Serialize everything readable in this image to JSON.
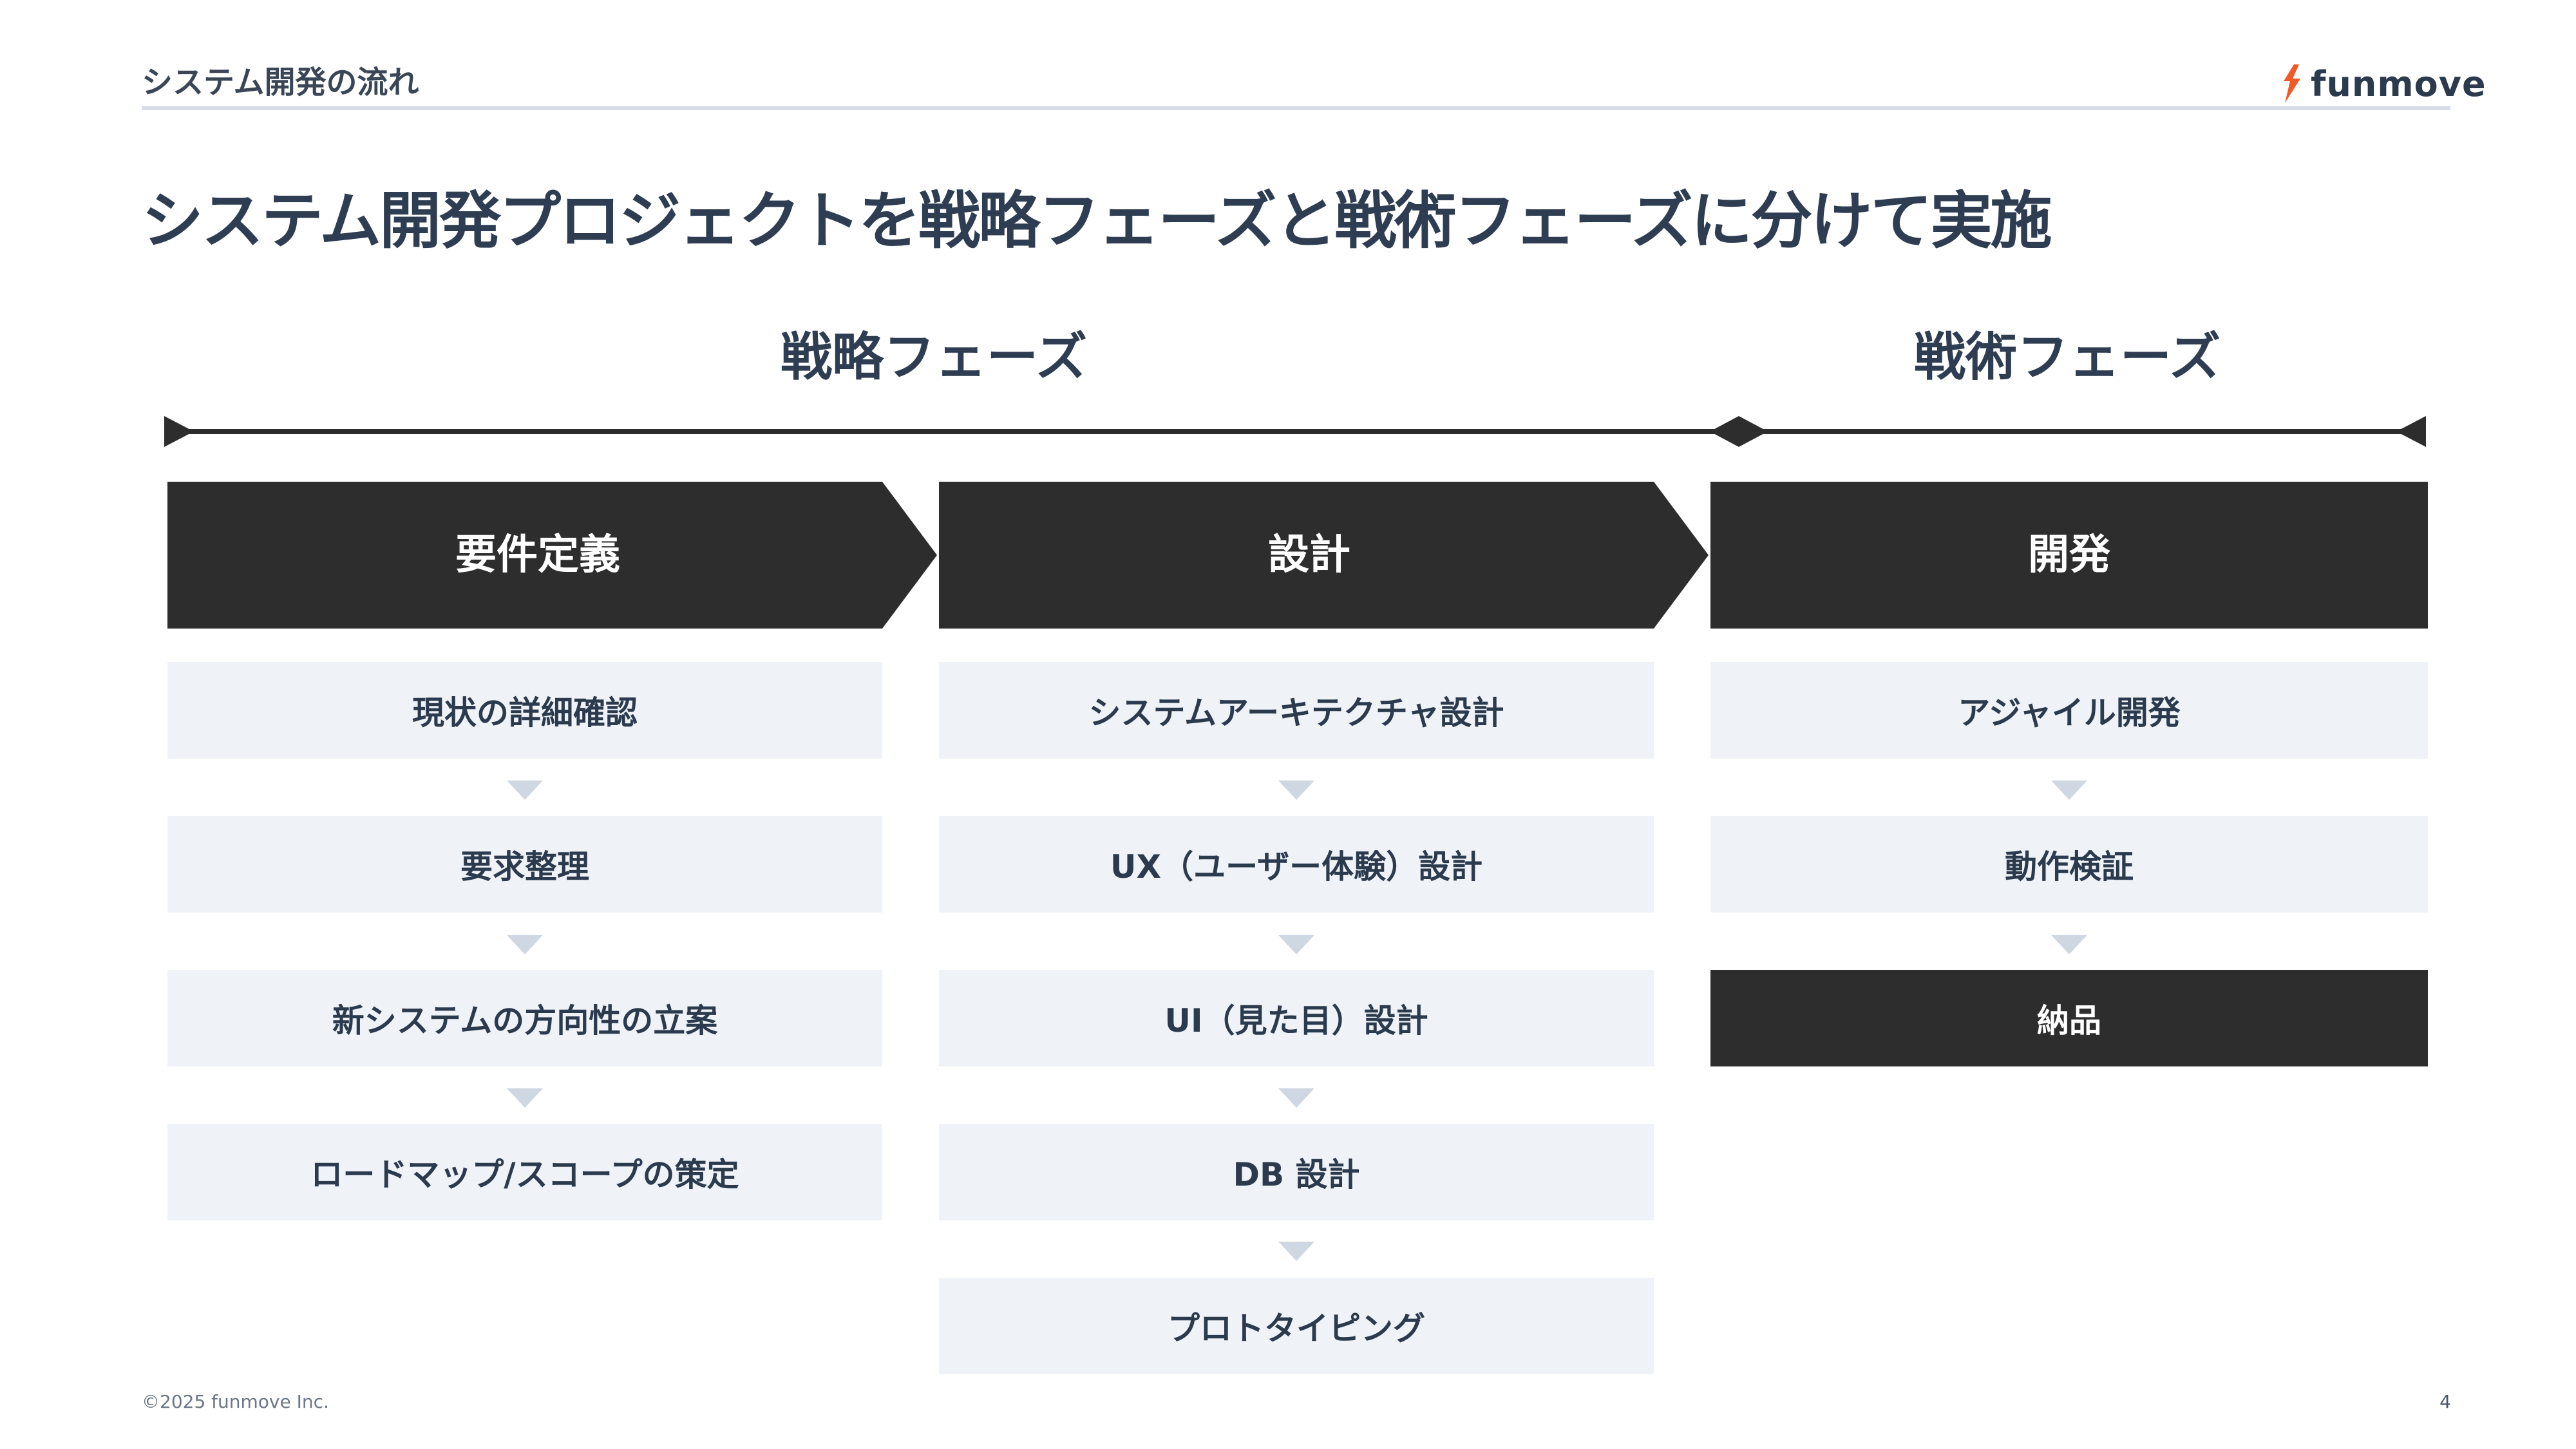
{
  "header": {
    "section_title": "システム開発の流れ",
    "logo_text": "funmove",
    "logo_color": "#f05a28"
  },
  "title": "システム開発プロジェクトを戦略フェーズと戦術フェーズに分けて実施",
  "phases": [
    {
      "label": "戦略フェーズ"
    },
    {
      "label": "戦術フェーズ"
    }
  ],
  "steps": [
    {
      "label": "要件定義",
      "tasks": [
        "現状の詳細確認",
        "要求整理",
        "新システムの方向性の立案",
        "ロードマップ/スコープの策定"
      ]
    },
    {
      "label": "設計",
      "tasks": [
        "システムアーキテクチャ設計",
        "UX（ユーザー体験）設計",
        "UI（見た目）設計",
        "DB 設計",
        "プロトタイピング"
      ]
    },
    {
      "label": "開発",
      "tasks": [
        "アジャイル開発",
        "動作検証",
        "納品"
      ]
    }
  ],
  "colors": {
    "step_header": "#2d2d2d",
    "card_bg": "#eff3f8",
    "highlight_card": "#2d2d2d",
    "text": "#2c3a4d"
  },
  "footer": {
    "copyright": "©2025 funmove Inc.",
    "page_number": "4"
  }
}
